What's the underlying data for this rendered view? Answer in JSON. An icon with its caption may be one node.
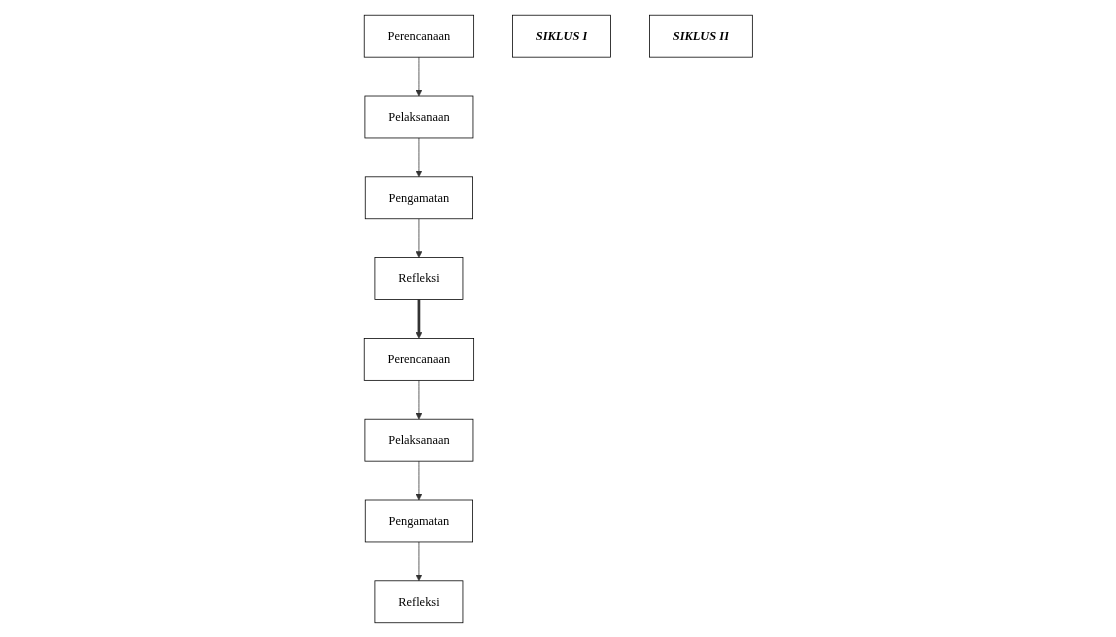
{
  "diagram": {
    "nodes": [
      {
        "text": [
          "Perencanaan"
        ]
      },
      {
        "text": [
          "Refleksi"
        ]
      },
      {
        "text": [
          "SIKLUS I"
        ]
      },
      {
        "text": [
          "Pelaksanaan"
        ]
      },
      {
        "text": [
          "Pengamatan"
        ]
      },
      {
        "text": [
          "Perencanaan"
        ]
      },
      {
        "text": [
          "Refleksi"
        ]
      },
      {
        "text": [
          "SIKLUS II"
        ]
      },
      {
        "text": [
          "Pelaksanaan"
        ]
      },
      {
        "text": [
          "Pengamatan"
        ]
      }
    ],
    "edges": [
      {
        "from": 0,
        "to": 3,
        "arrow": "to"
      },
      {
        "from": 3,
        "to": 4,
        "arrow": "to"
      },
      {
        "from": 4,
        "to": 1,
        "arrow": "to"
      },
      {
        "from": 1,
        "to": 5,
        "arrow": "to",
        "style": "thick"
      },
      {
        "from": 5,
        "to": 8,
        "arrow": "to"
      },
      {
        "from": 8,
        "to": 9,
        "arrow": "to"
      },
      {
        "from": 9,
        "to": 6,
        "arrow": "to"
      }
    ]
  }
}
